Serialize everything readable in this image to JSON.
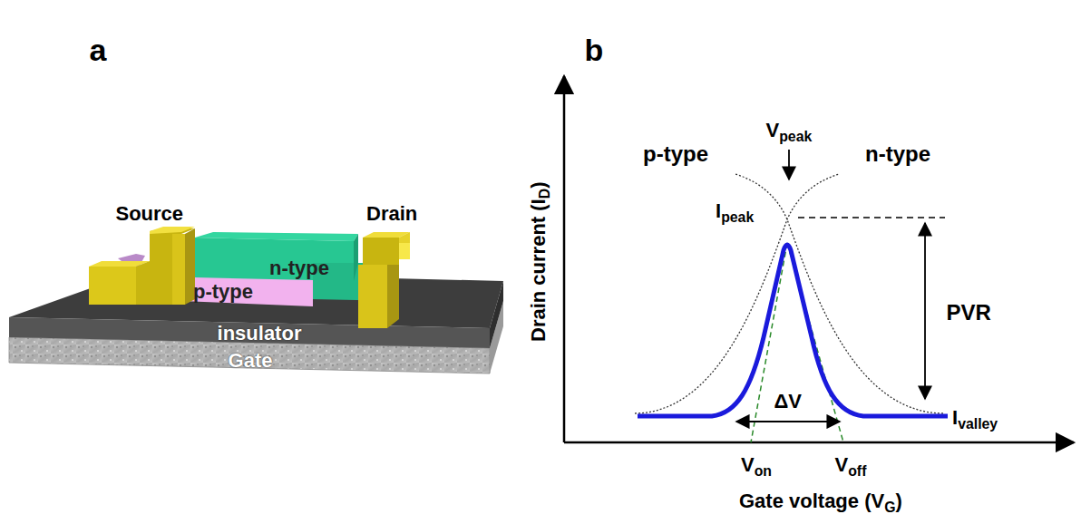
{
  "diagram": {
    "nodes": [
      {
        "text": [
          "Gate"
        ]
      },
      {
        "text": [
          "insulator"
        ]
      },
      {
        "text": [
          "p-type"
        ]
      },
      {
        "text": [
          "n-type"
        ]
      }
    ],
    "labels": [
      "a",
      "Source",
      "Drain",
      "b",
      "V",
      "peak",
      "p-type",
      "n-type",
      "I",
      "peak",
      "PVR",
      "ΔV",
      "I",
      "valley",
      "V",
      "on",
      "V",
      "off",
      "Drain current (I",
      "D",
      ")",
      "Gate voltage (V",
      "G",
      ")"
    ]
  }
}
